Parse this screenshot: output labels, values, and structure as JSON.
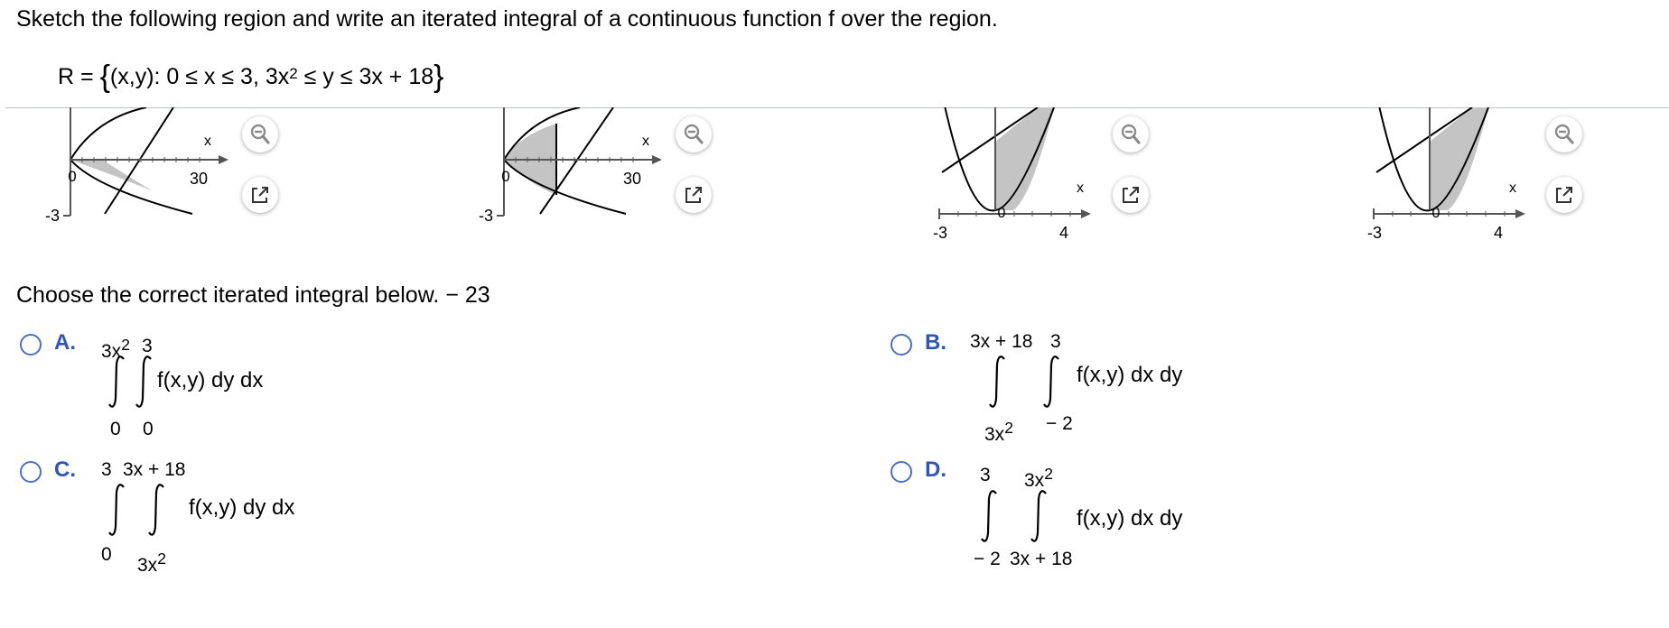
{
  "prompt": "Sketch the following region and write an iterated integral of a continuous function f over the region.",
  "region": {
    "lhs": "R =",
    "open": "{",
    "body_a": "(x,y): 0 ≤ x ≤ 3, 3x",
    "exp": "2",
    "body_b": " ≤ y ≤ 3x + 18",
    "close": "}"
  },
  "graphs": [
    {
      "x_label": "x",
      "tick_a": "30",
      "tick_b": "-3",
      "tick_c": "0"
    },
    {
      "x_label": "x",
      "tick_a": "30",
      "tick_b": "-3",
      "tick_c": "0"
    },
    {
      "x_label": "x",
      "tick_a": "-3",
      "tick_b": "4",
      "tick_c": "0"
    },
    {
      "x_label": "x",
      "tick_a": "-3",
      "tick_b": "4",
      "tick_c": "0"
    }
  ],
  "toolbar_icons": [
    "zoom-out-icon",
    "open-external-icon"
  ],
  "question": "Choose the correct iterated integral below. − 23",
  "choices": [
    {
      "letter": "A.",
      "outer_upper": "3x",
      "outer_upper_exp": "2",
      "inner_upper": "3",
      "outer_lower": "0",
      "inner_lower": "0",
      "integrand": "f(x,y) dy dx"
    },
    {
      "letter": "B.",
      "outer_upper": "3x + 18",
      "inner_upper": "3",
      "outer_lower": "3x",
      "outer_lower_exp": "2",
      "inner_lower": "− 2",
      "integrand": "f(x,y) dx dy"
    },
    {
      "letter": "C.",
      "outer_upper": "3",
      "inner_upper": "3x + 18",
      "outer_lower": "0",
      "inner_lower": "3x",
      "inner_lower_exp": "2",
      "integrand": "f(x,y) dy dx"
    },
    {
      "letter": "D.",
      "outer_upper": "3",
      "inner_upper": "3x",
      "inner_upper_exp": "2",
      "outer_lower": "− 2",
      "inner_lower": "3x + 18",
      "integrand": "f(x,y) dx dy"
    }
  ],
  "colors": {
    "accent": "#2f55b8",
    "radio_border": "#4a6fc3",
    "shade": "#c4c4c4",
    "divider": "#b8bdc6"
  }
}
